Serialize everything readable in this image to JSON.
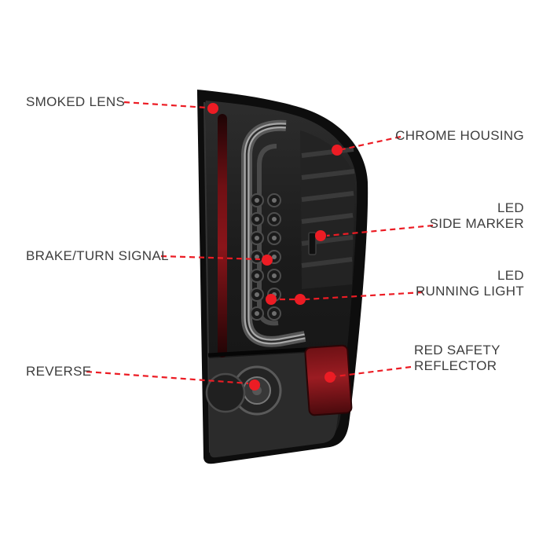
{
  "colors": {
    "background": "#ffffff",
    "callout_red": "#ec1c24",
    "label_text": "#3e3e3e",
    "lamp_body": "#0d0d0d",
    "reflector_red": "#8a151a"
  },
  "callouts": {
    "smoked_lens": {
      "label": "SMOKED LENS"
    },
    "chrome_housing": {
      "label": "CHROME HOUSING"
    },
    "led_side_marker": {
      "line1": "LED",
      "line2": "SIDE MARKER"
    },
    "brake_turn_signal": {
      "label": "BRAKE/TURN SIGNAL"
    },
    "led_running_light": {
      "line1": "LED",
      "line2": "RUNNING LIGHT"
    },
    "red_safety_reflector": {
      "line1": "RED SAFETY",
      "line2": "REFLECTOR"
    },
    "reverse": {
      "label": "REVERSE"
    }
  }
}
